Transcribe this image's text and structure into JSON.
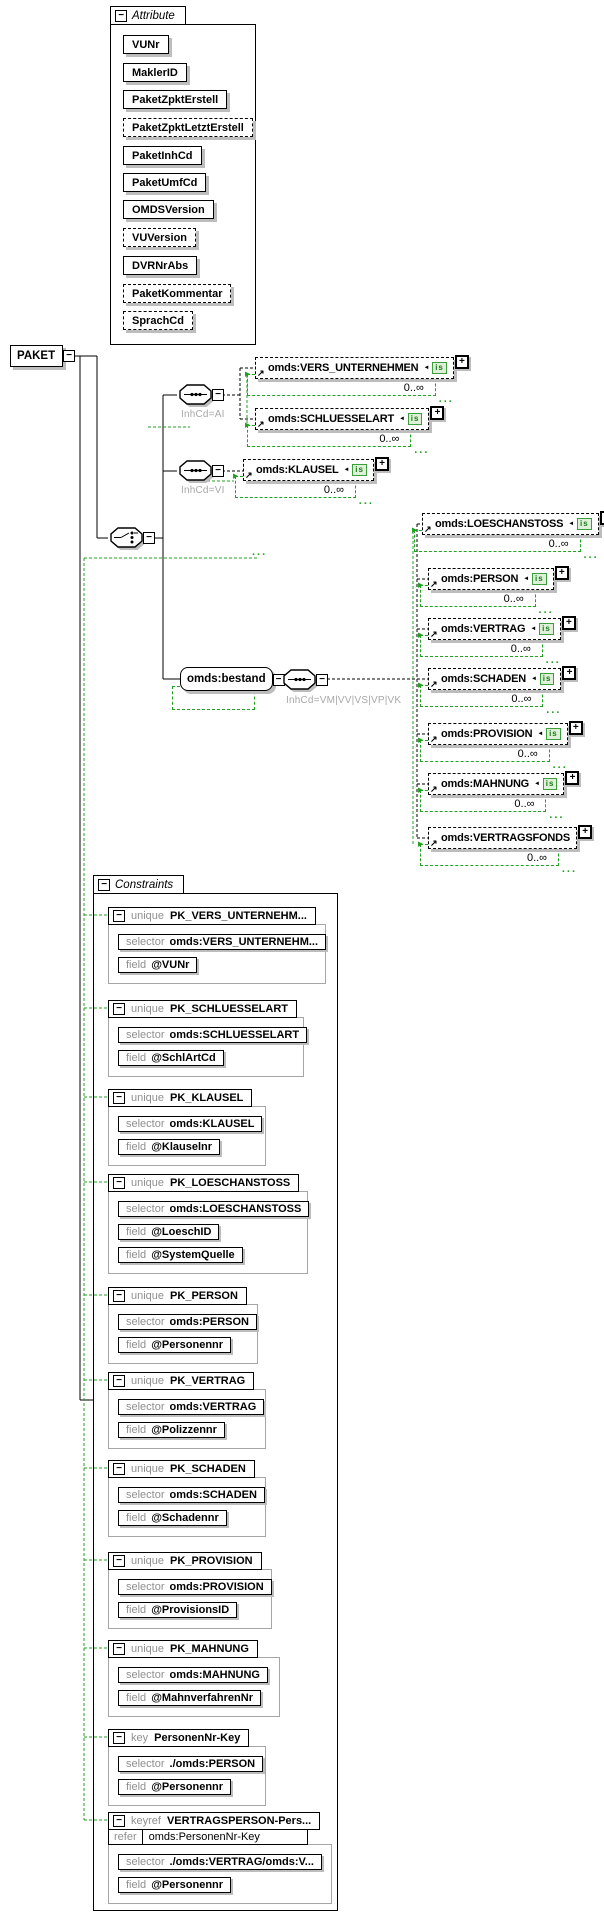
{
  "root": {
    "label": "PAKET"
  },
  "glyphs": {
    "collapse": "−",
    "expand": "+",
    "reference_arrow": "↗",
    "entry_arrow": "▶",
    "is_badge": "is",
    "is_arrow": "◄",
    "dots": "..."
  },
  "colors": {
    "green": "#21a121",
    "shadow": "#bdbdbd",
    "gray_text": "#8f8f8f"
  },
  "attribute_panel": {
    "tab": "Attribute",
    "items": [
      {
        "label": "VUNr",
        "optional": false
      },
      {
        "label": "MaklerID",
        "optional": false
      },
      {
        "label": "PaketZpktErstell",
        "optional": false
      },
      {
        "label": "PaketZpktLetztErstell",
        "optional": true
      },
      {
        "label": "PaketInhCd",
        "optional": false
      },
      {
        "label": "PaketUmfCd",
        "optional": false
      },
      {
        "label": "OMDSVersion",
        "optional": false
      },
      {
        "label": "VUVersion",
        "optional": true
      },
      {
        "label": "DVRNrAbs",
        "optional": false
      },
      {
        "label": "PaketKommentar",
        "optional": true
      },
      {
        "label": "SprachCd",
        "optional": true
      }
    ]
  },
  "branches": [
    {
      "type": "sequence",
      "condition": "InhCd=AI",
      "children": [
        {
          "label": "omds:VERS_UNTERNEHMEN",
          "occurs": "0..∞"
        },
        {
          "label": "omds:SCHLUESSELART",
          "occurs": "0..∞"
        }
      ]
    },
    {
      "type": "sequence",
      "condition": "InhCd=VI",
      "children": [
        {
          "label": "omds:KLAUSEL",
          "occurs": "0..∞"
        }
      ]
    },
    {
      "type": "element-sequence",
      "label": "omds:bestand",
      "condition": "InhCd=VM|VV|VS|VP|VK",
      "children": [
        {
          "label": "omds:LOESCHANSTOSS",
          "occurs": "0..∞"
        },
        {
          "label": "omds:PERSON",
          "occurs": "0..∞"
        },
        {
          "label": "omds:VERTRAG",
          "occurs": "0..∞"
        },
        {
          "label": "omds:SCHADEN",
          "occurs": "0..∞"
        },
        {
          "label": "omds:PROVISION",
          "occurs": "0..∞"
        },
        {
          "label": "omds:MAHNUNG",
          "occurs": "0..∞"
        },
        {
          "label": "omds:VERTRAGSFONDS",
          "occurs": "0..∞"
        }
      ]
    }
  ],
  "constraints_panel": {
    "tab": "Constraints",
    "keywords": {
      "selector": "selector",
      "field": "field",
      "refer": "refer"
    },
    "items": [
      {
        "kind": "unique",
        "name": "PK_VERS_UNTERNEHM...",
        "selector": "omds:VERS_UNTERNEHM...",
        "fields": [
          "@VUNr"
        ]
      },
      {
        "kind": "unique",
        "name": "PK_SCHLUESSELART",
        "selector": "omds:SCHLUESSELART",
        "fields": [
          "@SchlArtCd"
        ]
      },
      {
        "kind": "unique",
        "name": "PK_KLAUSEL",
        "selector": "omds:KLAUSEL",
        "fields": [
          "@Klauselnr"
        ]
      },
      {
        "kind": "unique",
        "name": "PK_LOESCHANSTOSS",
        "selector": "omds:LOESCHANSTOSS",
        "fields": [
          "@LoeschID",
          "@SystemQuelle"
        ]
      },
      {
        "kind": "unique",
        "name": "PK_PERSON",
        "selector": "omds:PERSON",
        "fields": [
          "@Personennr"
        ]
      },
      {
        "kind": "unique",
        "name": "PK_VERTRAG",
        "selector": "omds:VERTRAG",
        "fields": [
          "@Polizzennr"
        ]
      },
      {
        "kind": "unique",
        "name": "PK_SCHADEN",
        "selector": "omds:SCHADEN",
        "fields": [
          "@Schadennr"
        ]
      },
      {
        "kind": "unique",
        "name": "PK_PROVISION",
        "selector": "omds:PROVISION",
        "fields": [
          "@ProvisionsID"
        ]
      },
      {
        "kind": "unique",
        "name": "PK_MAHNUNG",
        "selector": "omds:MAHNUNG",
        "fields": [
          "@MahnverfahrenNr"
        ]
      },
      {
        "kind": "key",
        "name": "PersonenNr-Key",
        "selector": "./omds:PERSON",
        "fields": [
          "@Personennr"
        ]
      },
      {
        "kind": "keyref",
        "name": "VERTRAGSPERSON-Pers...",
        "refer": "omds:PersonenNr-Key",
        "selector": "./omds:VERTRAG/omds:V...",
        "fields": [
          "@Personennr"
        ]
      }
    ]
  }
}
